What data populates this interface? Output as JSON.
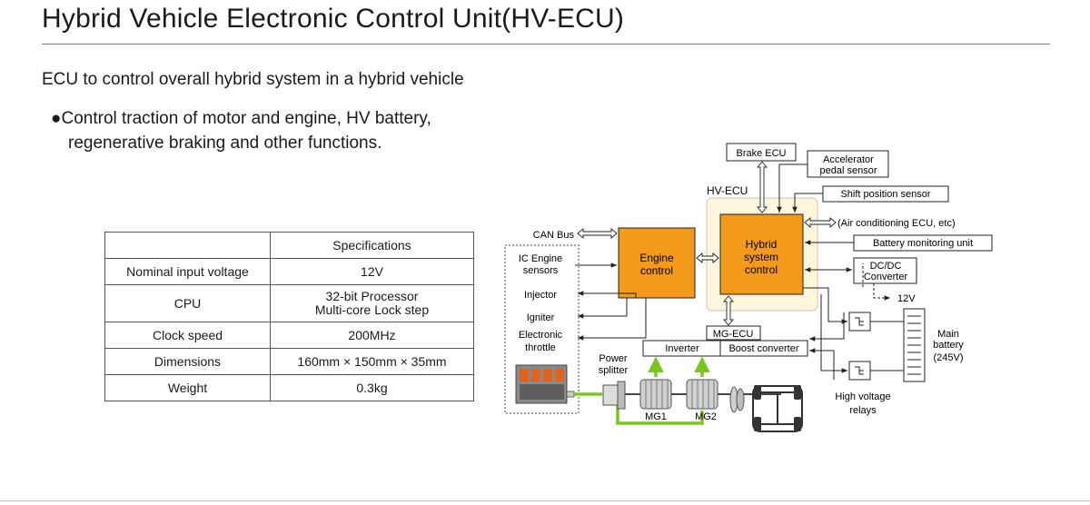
{
  "header": {
    "title": "Hybrid Vehicle Electronic Control Unit(HV-ECU)"
  },
  "intro": {
    "subtitle": "ECU to control overall hybrid system in a hybrid vehicle",
    "bullet_symbol": "●",
    "bullet_line1": "Control traction of motor and engine, HV battery,",
    "bullet_line2": "regenerative braking and other functions."
  },
  "specs": {
    "header": "Specifications",
    "rows": [
      {
        "label": "Nominal input voltage",
        "value": "12V"
      },
      {
        "label": "CPU",
        "value_line1": "32-bit Processor",
        "value_line2": "Multi-core Lock step"
      },
      {
        "label": "Clock speed",
        "value": "200MHz"
      },
      {
        "label": "Dimensions",
        "value": "160mm × 150mm × 35mm"
      },
      {
        "label": "Weight",
        "value": "0.3kg"
      }
    ]
  },
  "diagram": {
    "colors": {
      "ecu_fill": "#f39a1a",
      "hv_ecu_bg": "#fdf6dc",
      "drive_path": "#7cc520",
      "line": "#222222"
    },
    "brake_ecu": "Brake ECU",
    "accelerator_line1": "Accelerator",
    "accelerator_line2": "pedal sensor",
    "hv_ecu_label": "HV-ECU",
    "shift_position": "Shift position sensor",
    "air_conditioning": "(Air conditioning ECU, etc)",
    "battery_monitoring": "Battery monitoring unit",
    "hybrid_line1": "Hybrid",
    "hybrid_line2": "system",
    "hybrid_line3": "control",
    "engine_line1": "Engine",
    "engine_line2": "control",
    "can_bus": "CAN Bus",
    "ic_engine_line1": "IC Engine",
    "ic_engine_line2": "sensors",
    "injector": "Injector",
    "igniter": "Igniter",
    "throttle_line1": "Electronic",
    "throttle_line2": "throttle",
    "dcdc_line1": "DC/DC",
    "dcdc_line2": "Converter",
    "twelve_v": "12V",
    "mg_ecu": "MG-ECU",
    "inverter": "Inverter",
    "boost_converter": "Boost converter",
    "power_splitter_line1": "Power",
    "power_splitter_line2": "splitter",
    "mg1": "MG1",
    "mg2": "MG2",
    "main_battery_line1": "Main",
    "main_battery_line2": "battery",
    "main_battery_line3": "(245V)",
    "relays_line1": "High voltage",
    "relays_line2": "relays"
  }
}
